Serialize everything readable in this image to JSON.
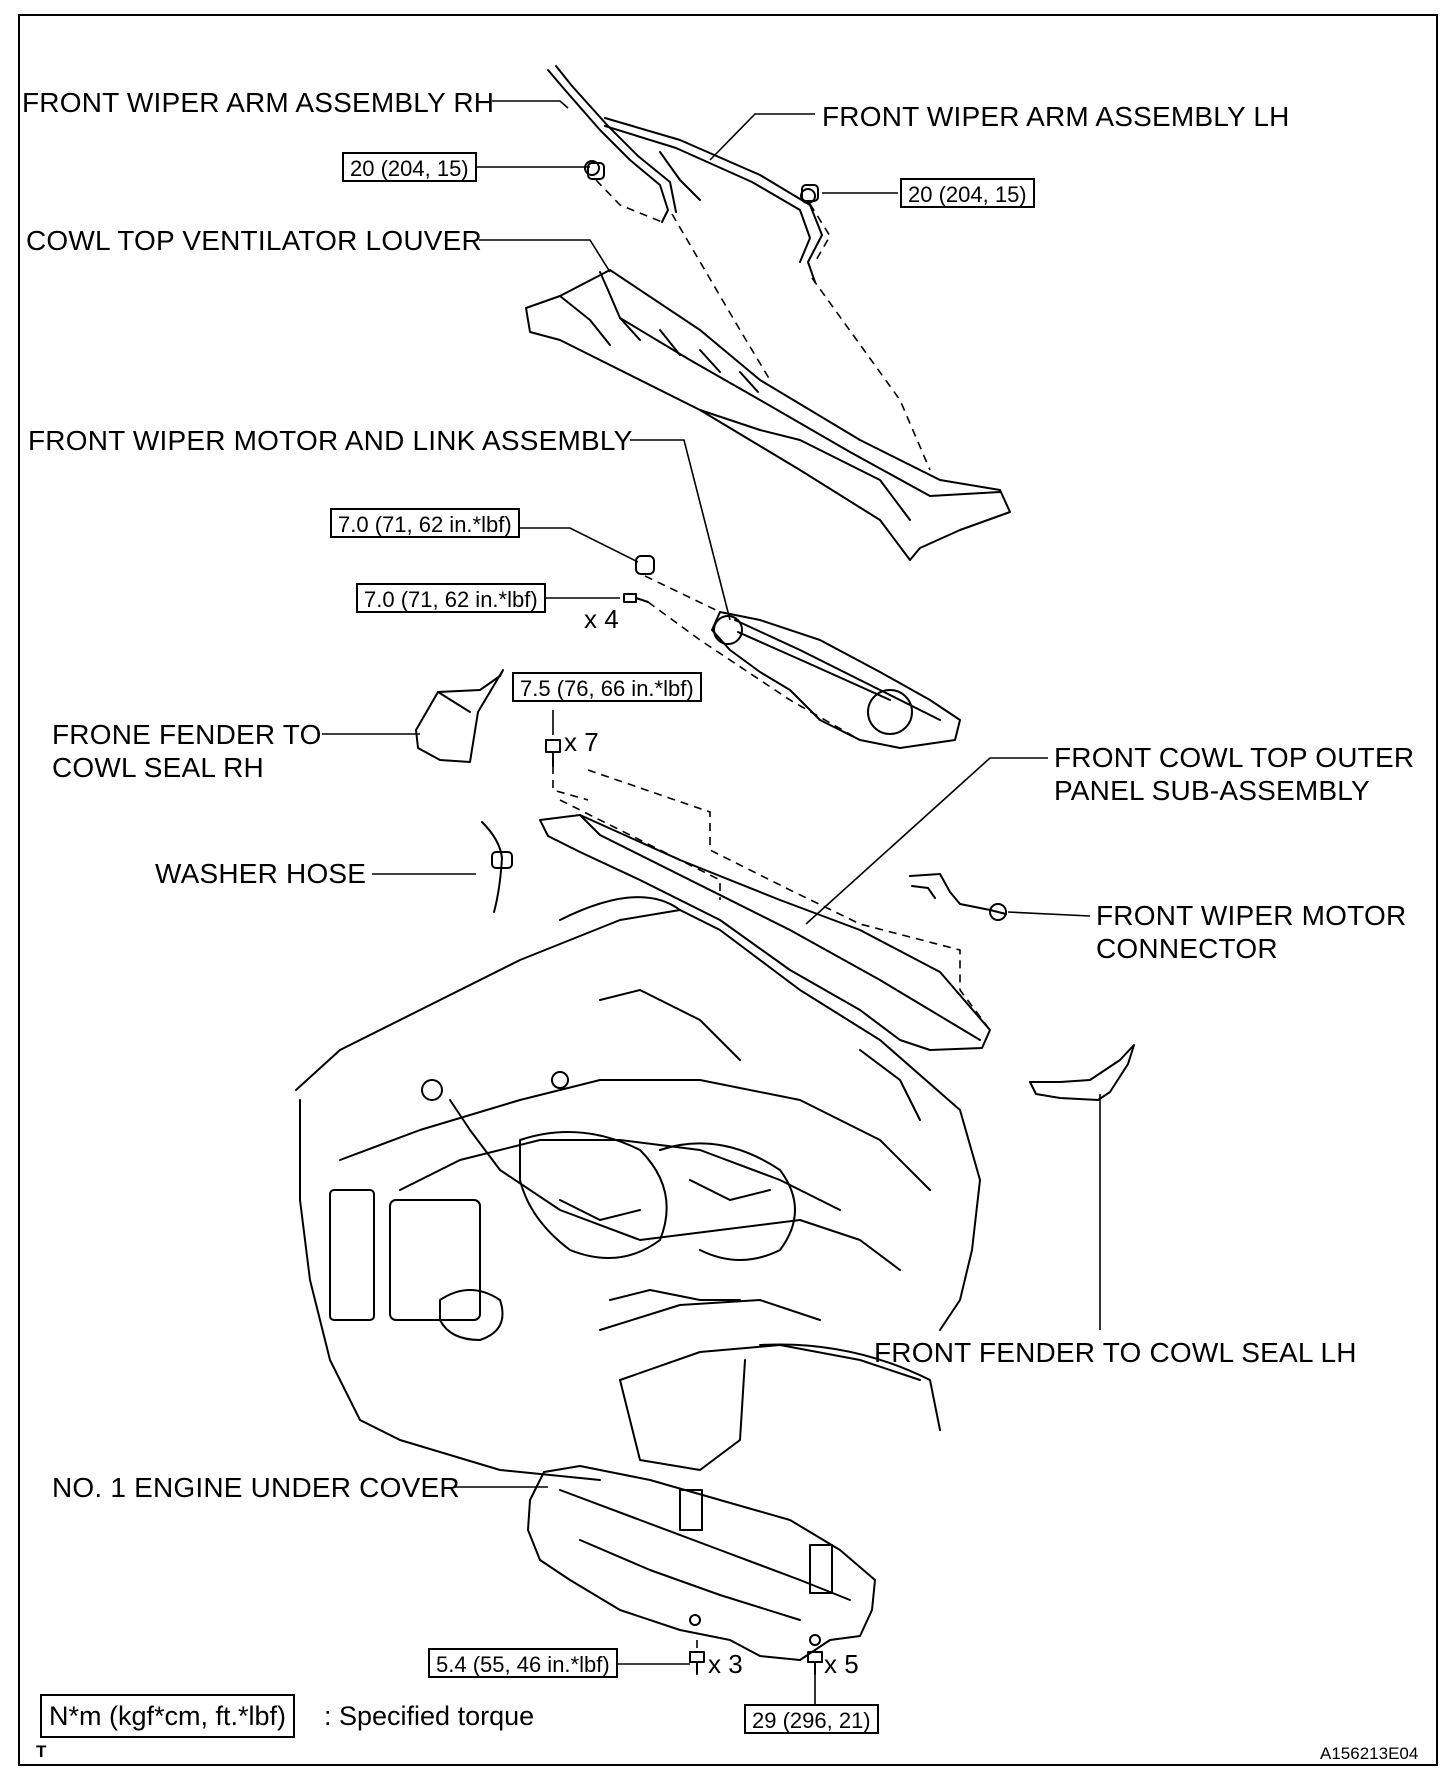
{
  "labels": {
    "wiper_arm_rh": "FRONT WIPER ARM ASSEMBLY RH",
    "wiper_arm_lh": "FRONT WIPER ARM ASSEMBLY LH",
    "cowl_louver": "COWL TOP VENTILATOR LOUVER",
    "motor_link": "FRONT WIPER MOTOR AND LINK ASSEMBLY",
    "fender_seal_rh_1": "FRONE FENDER TO",
    "fender_seal_rh_2": "COWL SEAL RH",
    "outer_panel_1": "FRONT COWL TOP OUTER",
    "outer_panel_2": "PANEL SUB-ASSEMBLY",
    "washer_hose": "WASHER HOSE",
    "motor_connector_1": "FRONT WIPER MOTOR",
    "motor_connector_2": "CONNECTOR",
    "fender_seal_lh": "FRONT FENDER TO COWL SEAL LH",
    "under_cover": "NO. 1 ENGINE UNDER COVER"
  },
  "torques": {
    "arm_rh": "20 (204, 15)",
    "arm_lh": "20 (204, 15)",
    "motor_nut": "7.0 (71, 62 in.*lbf)",
    "motor_bolt": "7.0 (71, 62 in.*lbf)",
    "outer_panel_bolt": "7.5 (76, 66 in.*lbf)",
    "cover_bolt_a": "5.4 (55, 46 in.*lbf)",
    "cover_bolt_b": "29 (296, 21)"
  },
  "quantities": {
    "motor_bolt": "x 4",
    "outer_panel_bolt": "x 7",
    "cover_bolt_a": "x 3",
    "cover_bolt_b": "x 5"
  },
  "legend": {
    "box": "N*m (kgf*cm, ft.*lbf)",
    "text": ": Specified torque"
  },
  "corner": {
    "left": "T",
    "right": "A156213E04"
  }
}
